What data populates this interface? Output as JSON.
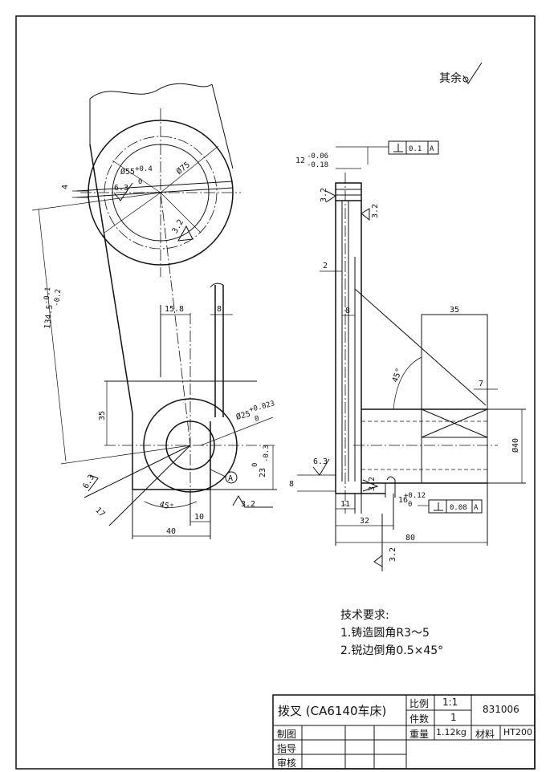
{
  "surface_note": "其余",
  "drawing_dims": {
    "thickness_tol_upper": "-0.06",
    "thickness_tol_lower": "-0.18",
    "thickness_base": "12",
    "perp_tol_top": "0.1",
    "perp_datum_top": "A",
    "perp_tol_bottom": "0.08",
    "perp_datum_bottom": "A",
    "d4": "4",
    "phi55": "Ø55",
    "phi55_tol_upper": "+0.4",
    "phi55_tol_lower": "0",
    "phi75": "Ø75",
    "rough_63_a": "6.3",
    "rough_32_a": "3.2",
    "center_dist_base": "134.5",
    "center_dist_upper": "-0.1",
    "center_dist_lower": "-0.2",
    "d15_8": "15.8",
    "d8_a": "8",
    "d35_left": "35",
    "phi25": "Ø25",
    "phi25_tol_upper": "+0.023",
    "phi25_tol_lower": "0",
    "d23": "23",
    "d23_tol_upper": "0",
    "d23_tol_lower": "-0.3",
    "rough_63_b": "6.3",
    "d17": "17",
    "angle45_a": "45°",
    "d10": "10",
    "d40_left": "40",
    "datum_A": "A",
    "rough_32_b": "3.2",
    "rough_32_c": "3.2",
    "rough_32_d": "3.2",
    "d2": "2",
    "d8_b": "8",
    "d35_right": "35",
    "angle45_b": "45°",
    "d7": "7",
    "phi40": "Ø40",
    "rough_63_c": "6.3",
    "d8_c": "8",
    "rough_32_e": "3.2",
    "d16": "16",
    "d16_tol_upper": "+0.12",
    "d16_tol_lower": "0",
    "d11": "11",
    "d32": "32",
    "d80": "80",
    "rough_32_f": "3.2"
  },
  "requirements": {
    "heading": "技术要求:",
    "item1": "1.铸造圆角R3～5",
    "item2": "2.锐边倒角0.5×45°"
  },
  "title_block": {
    "part_name": "拨叉 (CA6140车床)",
    "scale_label": "比例",
    "scale_value": "1:1",
    "qty_label": "件数",
    "qty_value": "1",
    "drawing_no": "831006",
    "weight_label": "重量",
    "weight_value": "1.12kg",
    "material_label": "材料",
    "material_value": "HT200",
    "drawn_label": "制图",
    "guide_label": "指导",
    "review_label": "审核"
  }
}
